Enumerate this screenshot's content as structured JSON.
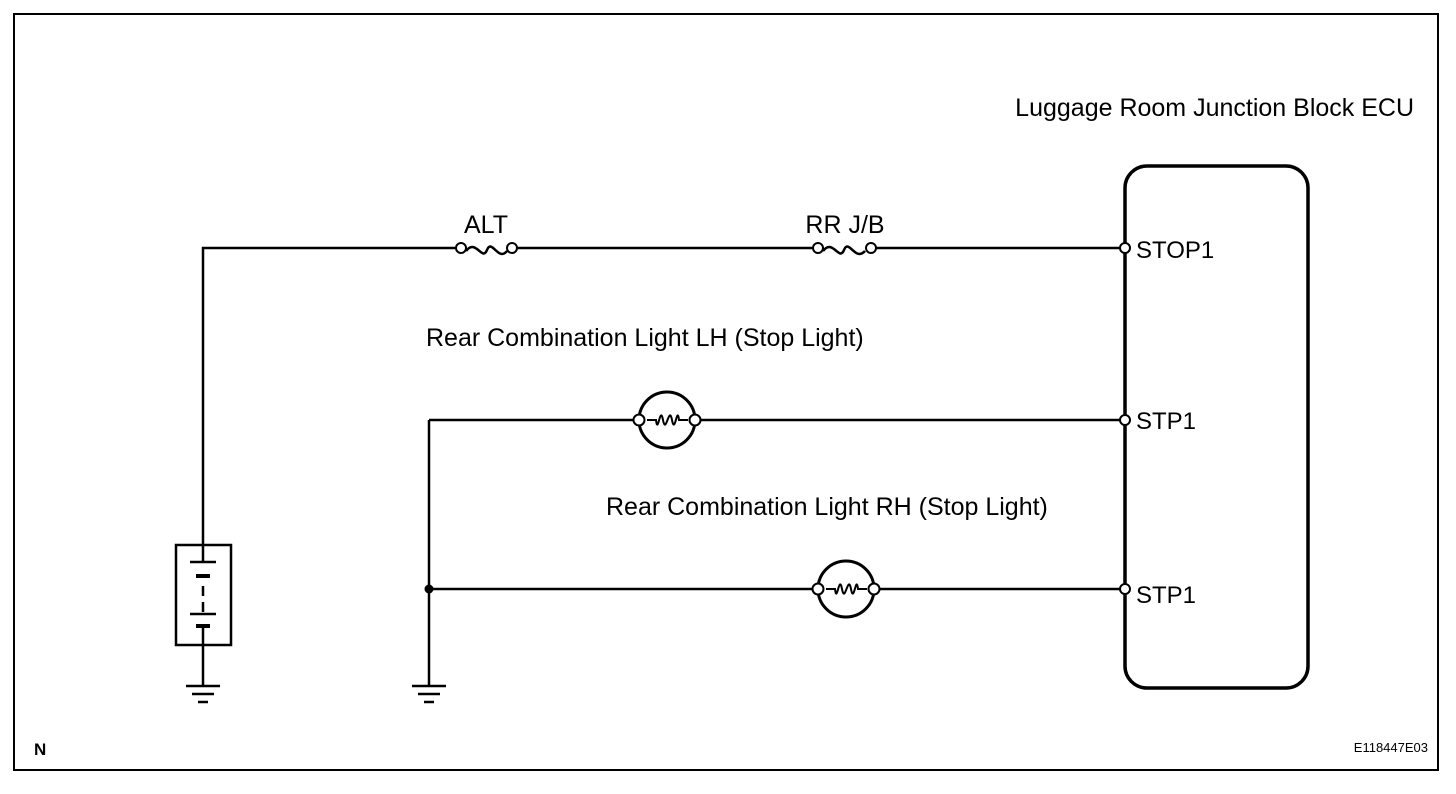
{
  "ecu": {
    "title": "Luggage Room Junction Block ECU",
    "pins": [
      "STOP1",
      "STP1",
      "STP1"
    ]
  },
  "fuses": {
    "first": "ALT",
    "second": "RR J/B"
  },
  "lights": {
    "lh": "Rear Combination Light LH (Stop Light)",
    "rh": "Rear Combination Light RH (Stop Light)"
  },
  "footer": {
    "left": "N",
    "code": "E118447E03"
  }
}
